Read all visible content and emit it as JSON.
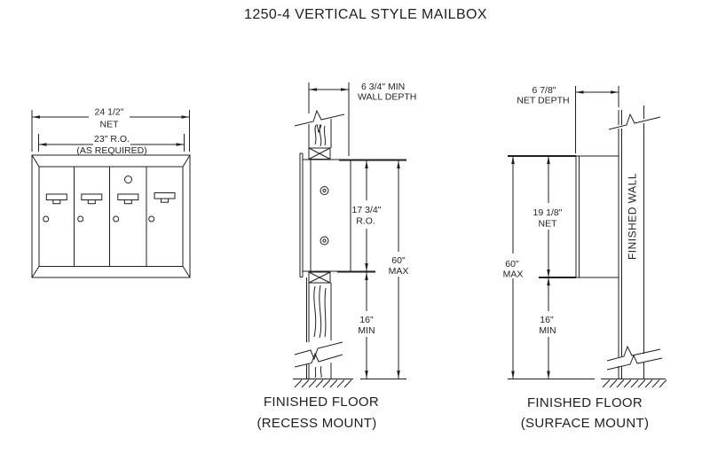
{
  "title": "1250-4 VERTICAL STYLE MAILBOX",
  "front_view": {
    "width_net_value": "24 1/2\"",
    "width_net_label": "NET",
    "width_ro_value": "23\" R.O.",
    "width_ro_label": "(AS REQUIRED)"
  },
  "recess_mount": {
    "wall_depth_value": "6 3/4\" MIN",
    "wall_depth_label": "WALL DEPTH",
    "opening_height_value": "17 3/4\"",
    "opening_height_label": "R.O.",
    "top_height_value": "60\"",
    "top_height_label": "MAX",
    "bottom_height_value": "16\"",
    "bottom_height_label": "MIN",
    "floor_caption": "FINISHED FLOOR",
    "mount_caption": "(RECESS MOUNT)"
  },
  "surface_mount": {
    "depth_value": "6 7/8\"",
    "depth_label": "NET DEPTH",
    "box_height_value": "19 1/8\"",
    "box_height_label": "NET",
    "top_height_value": "60\"",
    "top_height_label": "MAX",
    "bottom_height_value": "16\"",
    "bottom_height_label": "MIN",
    "wall_label": "FINISHED WALL",
    "floor_caption": "FINISHED FLOOR",
    "mount_caption": "(SURFACE MOUNT)"
  },
  "colors": {
    "line": "#1f1f1f",
    "background": "#ffffff"
  }
}
